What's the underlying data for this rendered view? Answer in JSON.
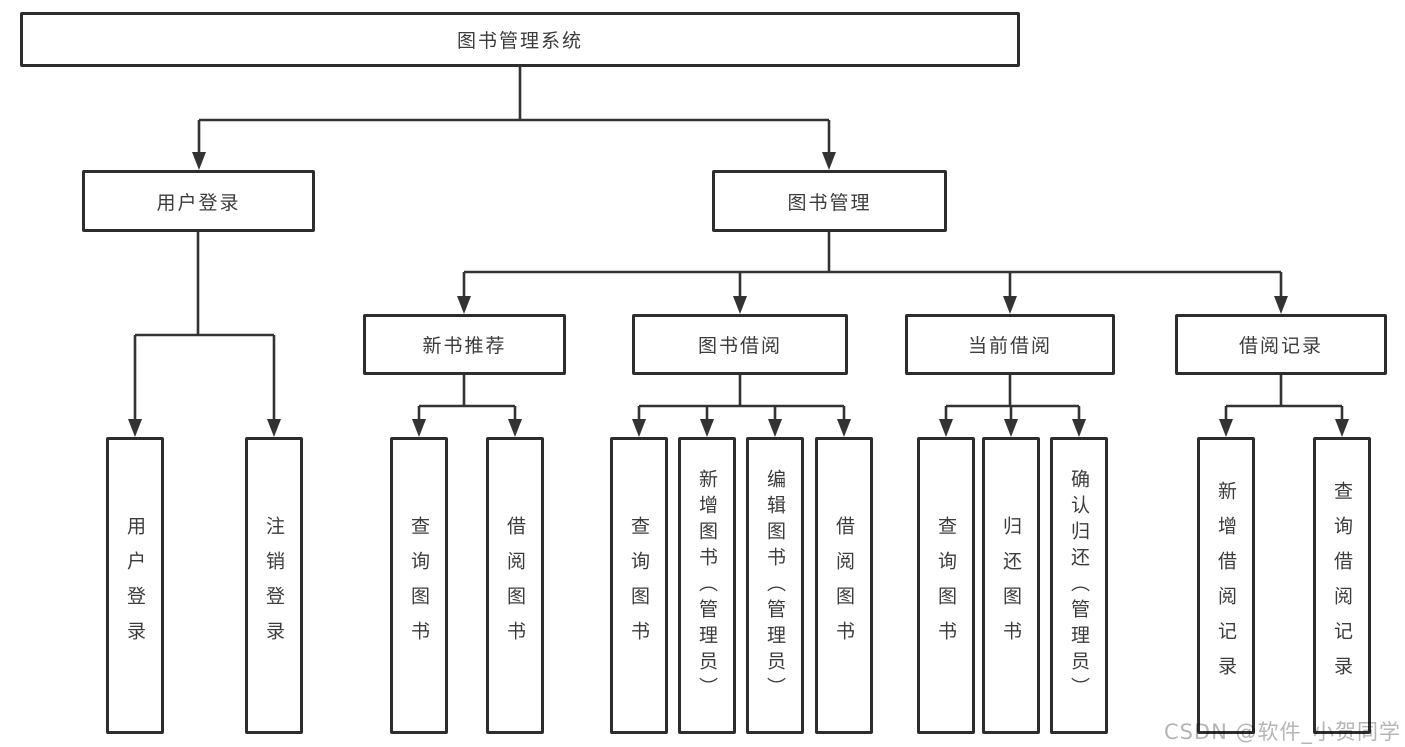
{
  "nodes": {
    "root": "图书管理系统",
    "user_login": "用户登录",
    "book_management": "图书管理",
    "l3": [
      "新书推荐",
      "图书借阅",
      "当前借阅",
      "借阅记录"
    ],
    "user_leaves": [
      "用户登录",
      "注销登录"
    ],
    "recommend_leaves": [
      "查询图书",
      "借阅图书"
    ],
    "borrow_leaves": [
      "查询图书",
      "新增图书（管理员）",
      "编辑图书（管理员）",
      "借阅图书"
    ],
    "current_leaves": [
      "查询图书",
      "归还图书",
      "确认归还（管理员）"
    ],
    "record_leaves": [
      "新增借阅记录",
      "查询借阅记录"
    ]
  },
  "watermark": "CSDN @软件_小贺同学",
  "colors": {
    "line": "#333333",
    "box_border": "#2d2d2d",
    "text": "#3c3c3c",
    "watermark": "#b5b5b5",
    "background": "#ffffff"
  }
}
